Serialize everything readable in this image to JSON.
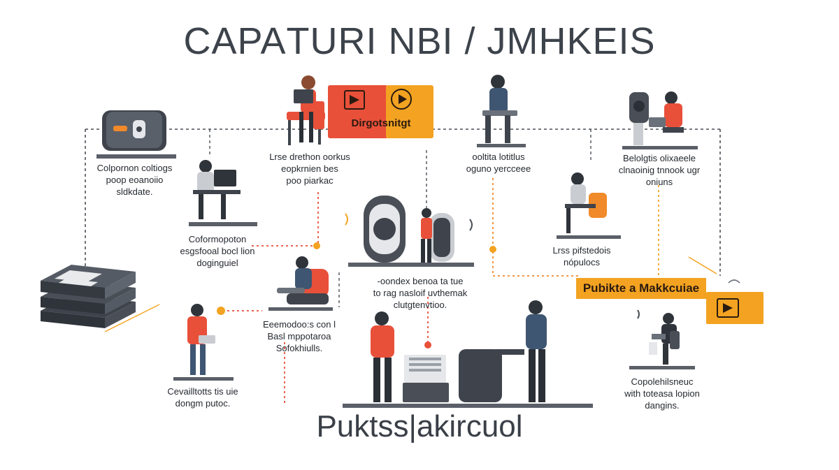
{
  "diagram": {
    "title": "CΑPAΤURI NBI / JMHKEIS",
    "subtitle": "Puktss|akircuol",
    "badges": {
      "top": "Dirgotsnitgt",
      "right": "Pubikte a Makkcuiae"
    },
    "captions": [
      {
        "id": "cap-1",
        "lines": [
          "Colpornon coltiogs",
          "poop eoanoiio",
          "sldkdate."
        ]
      },
      {
        "id": "cap-2",
        "lines": [
          "Lrse drethon oorkus",
          "eopkrnien bes",
          "poo piarkac"
        ]
      },
      {
        "id": "cap-3",
        "lines": [
          "ooltita lotitlus",
          "oguno yercceee"
        ]
      },
      {
        "id": "cap-4",
        "lines": [
          "Belolgtis olixaeele",
          "clnaoinig tnnook ugr",
          "oniuns"
        ]
      },
      {
        "id": "cap-5",
        "lines": [
          "Coformopoton",
          "esgsfooal bocl lion",
          "doginguiel"
        ]
      },
      {
        "id": "cap-6",
        "lines": [
          "Lrss pifstedois",
          "nópulocs"
        ]
      },
      {
        "id": "cap-7",
        "lines": [
          "-oondex benoa ta tue",
          "to rag nasloif uvthemak",
          "clutgtenvtioo."
        ]
      },
      {
        "id": "cap-8",
        "lines": [
          "Eeemodoo:s con l",
          "Basl mppotaroa",
          "Sofokhiulls."
        ]
      },
      {
        "id": "cap-9",
        "lines": [
          "Cevailltotts tis uie",
          "dongm putoc."
        ]
      },
      {
        "id": "cap-10",
        "lines": [
          "Copolehilsneuc",
          "with toteasa lopion",
          "dangins."
        ]
      }
    ],
    "colors": {
      "accent_red": "#e8503a",
      "accent_orange": "#f3a321",
      "dark": "#3f444c",
      "connector_dark": "#4a4f57",
      "connector_orange": "#f08a2a"
    }
  }
}
